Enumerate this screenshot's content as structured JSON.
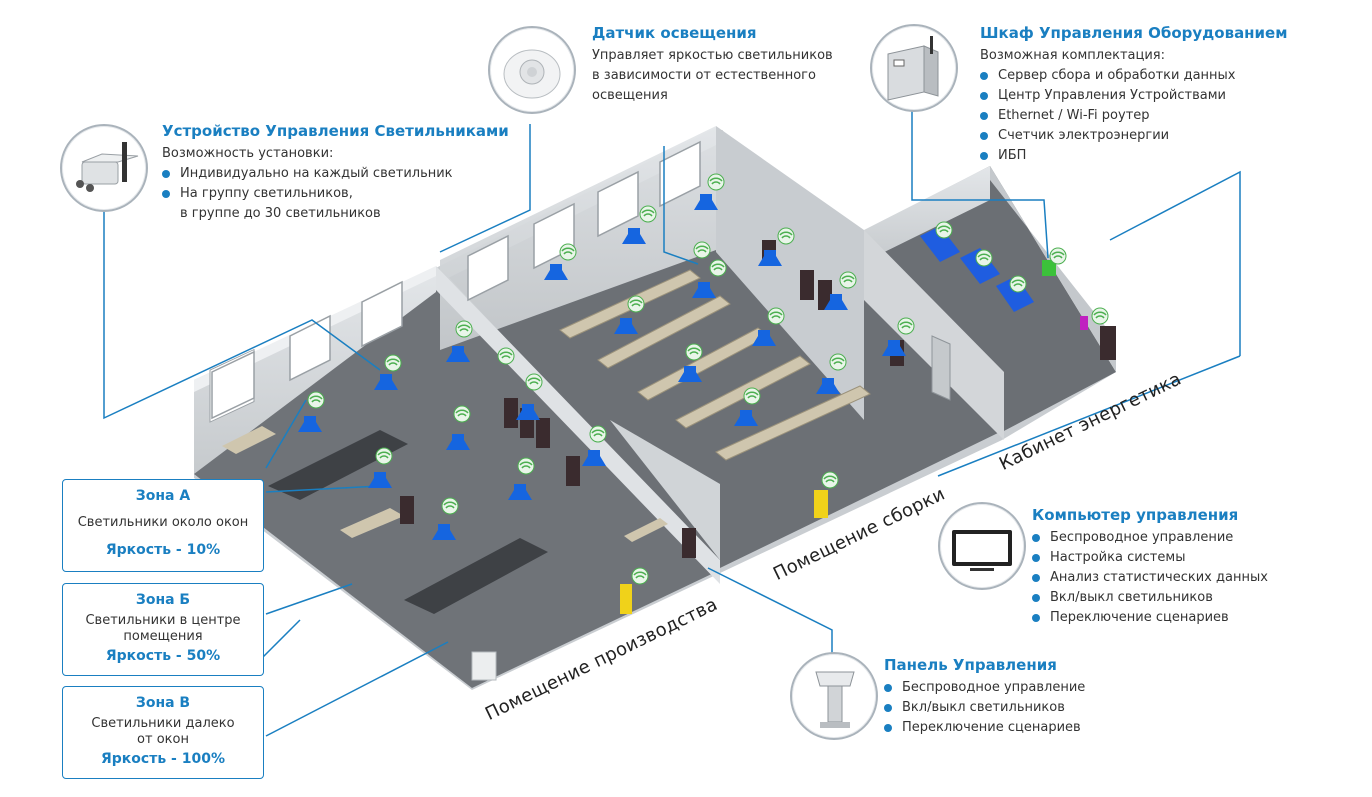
{
  "device_controller": {
    "title": "Устройство Управления Светильниками",
    "subtitle": "Возможность установки:",
    "items": [
      "Индивидуально на каждый светильник",
      "На группу светильников,"
    ],
    "continuation": "в группе до 30 светильников"
  },
  "light_sensor": {
    "title": "Датчик освещения",
    "lines": [
      "Управляет яркостью светильников",
      "в зависимости от естественного",
      "освещения"
    ]
  },
  "cabinet": {
    "title": "Шкаф Управления Оборудованием",
    "subtitle": "Возможная комплектация:",
    "items": [
      "Сервер сбора и обработки данных",
      "Центр Управления Устройствами",
      "Ethernet / Wi-Fi роутер",
      "Счетчик электроэнергии",
      "ИБП"
    ]
  },
  "computer": {
    "title": "Компьютер управления",
    "items": [
      "Беспроводное управление",
      "Настройка системы",
      "Анализ статистических данных",
      "Вкл/выкл светильников",
      "Переключение сценариев"
    ]
  },
  "panel": {
    "title": "Панель Управления",
    "items": [
      "Беспроводное управление",
      "Вкл/выкл светильников",
      "Переключение сценариев"
    ]
  },
  "zones": [
    {
      "title": "Зона А",
      "desc": "Светильники около окон",
      "brightness": "Яркость - 10%"
    },
    {
      "title": "Зона Б",
      "desc": "Светильники в центре помещения",
      "brightness": "Яркость - 50%"
    },
    {
      "title": "Зона В",
      "desc": "Светильники далеко от окон",
      "brightness": "Яркость - 100%"
    }
  ],
  "rooms": {
    "production": "Помещение производства",
    "assembly": "Помещение сборки",
    "energy": "Кабинет энергетика"
  },
  "colors": {
    "accent": "#1a7fc1",
    "lamp": "#1565e0",
    "wifi": "#4caf50",
    "floor": "#6f7378",
    "wall": "#d5d8db",
    "table": "#cfc6ae"
  }
}
